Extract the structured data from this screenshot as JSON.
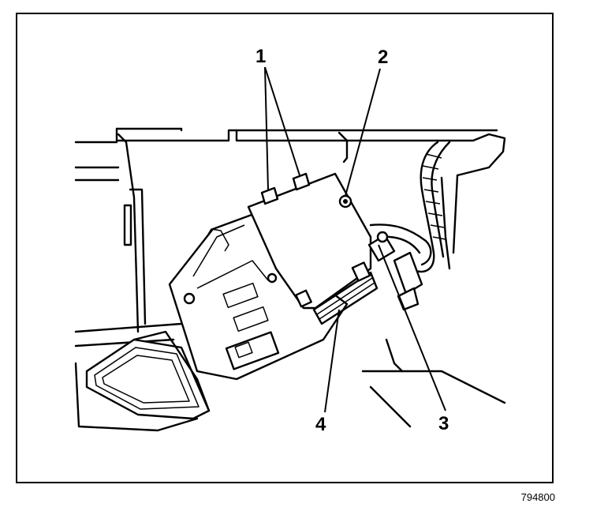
{
  "callouts": [
    {
      "id": "1",
      "label": "1"
    },
    {
      "id": "2",
      "label": "2"
    },
    {
      "id": "3",
      "label": "3"
    },
    {
      "id": "4",
      "label": "4"
    }
  ],
  "figure_number": "794800"
}
